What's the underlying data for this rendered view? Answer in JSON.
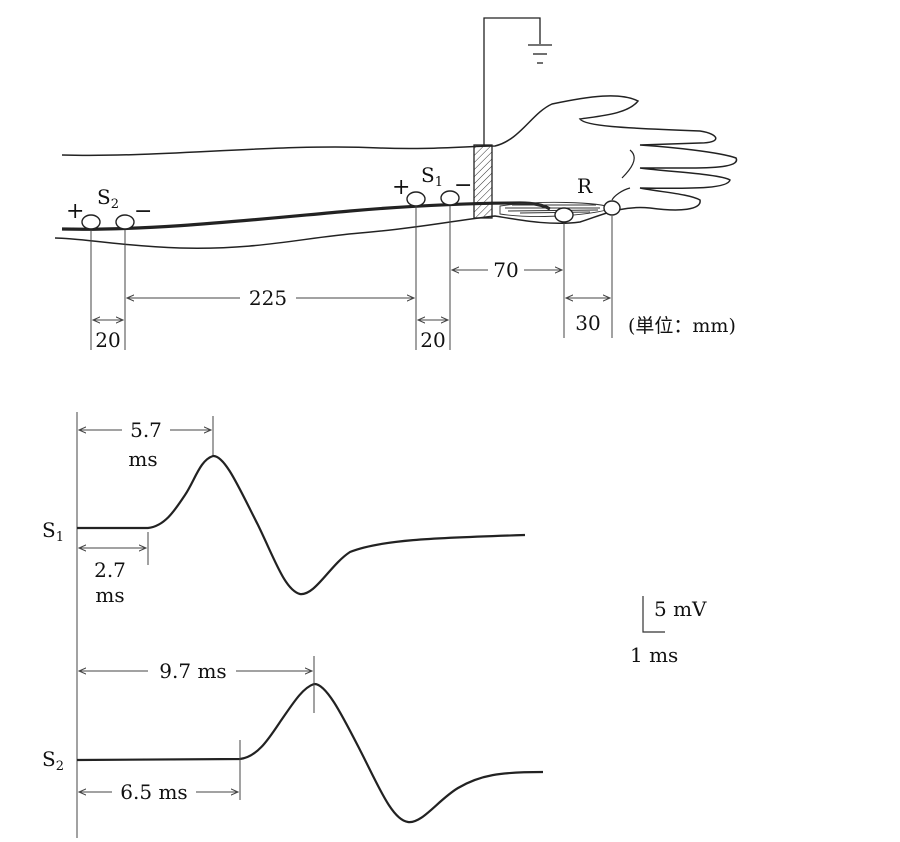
{
  "arm_diagram": {
    "stim_s2": {
      "label": "S",
      "sub": "2",
      "plus": "+",
      "minus": "−"
    },
    "stim_s1": {
      "label": "S",
      "sub": "1",
      "plus": "+",
      "minus": "−"
    },
    "recording": {
      "label": "R"
    },
    "dims": {
      "d_225": "225",
      "d_70": "70",
      "d_30": "30",
      "d_20_left": "20",
      "d_20_right": "20",
      "unit_note": "(単位：mm)"
    }
  },
  "waveforms": {
    "s1": {
      "label": "S",
      "sub": "1",
      "peak_latency": "5.7",
      "peak_unit": "ms",
      "onset_latency": "2.7",
      "onset_unit": "ms"
    },
    "s2": {
      "label": "S",
      "sub": "2",
      "peak_latency": "9.7 ms",
      "onset_latency": "6.5 ms"
    }
  },
  "scale_bar": {
    "amplitude": "5 mV",
    "time": "1 ms"
  }
}
